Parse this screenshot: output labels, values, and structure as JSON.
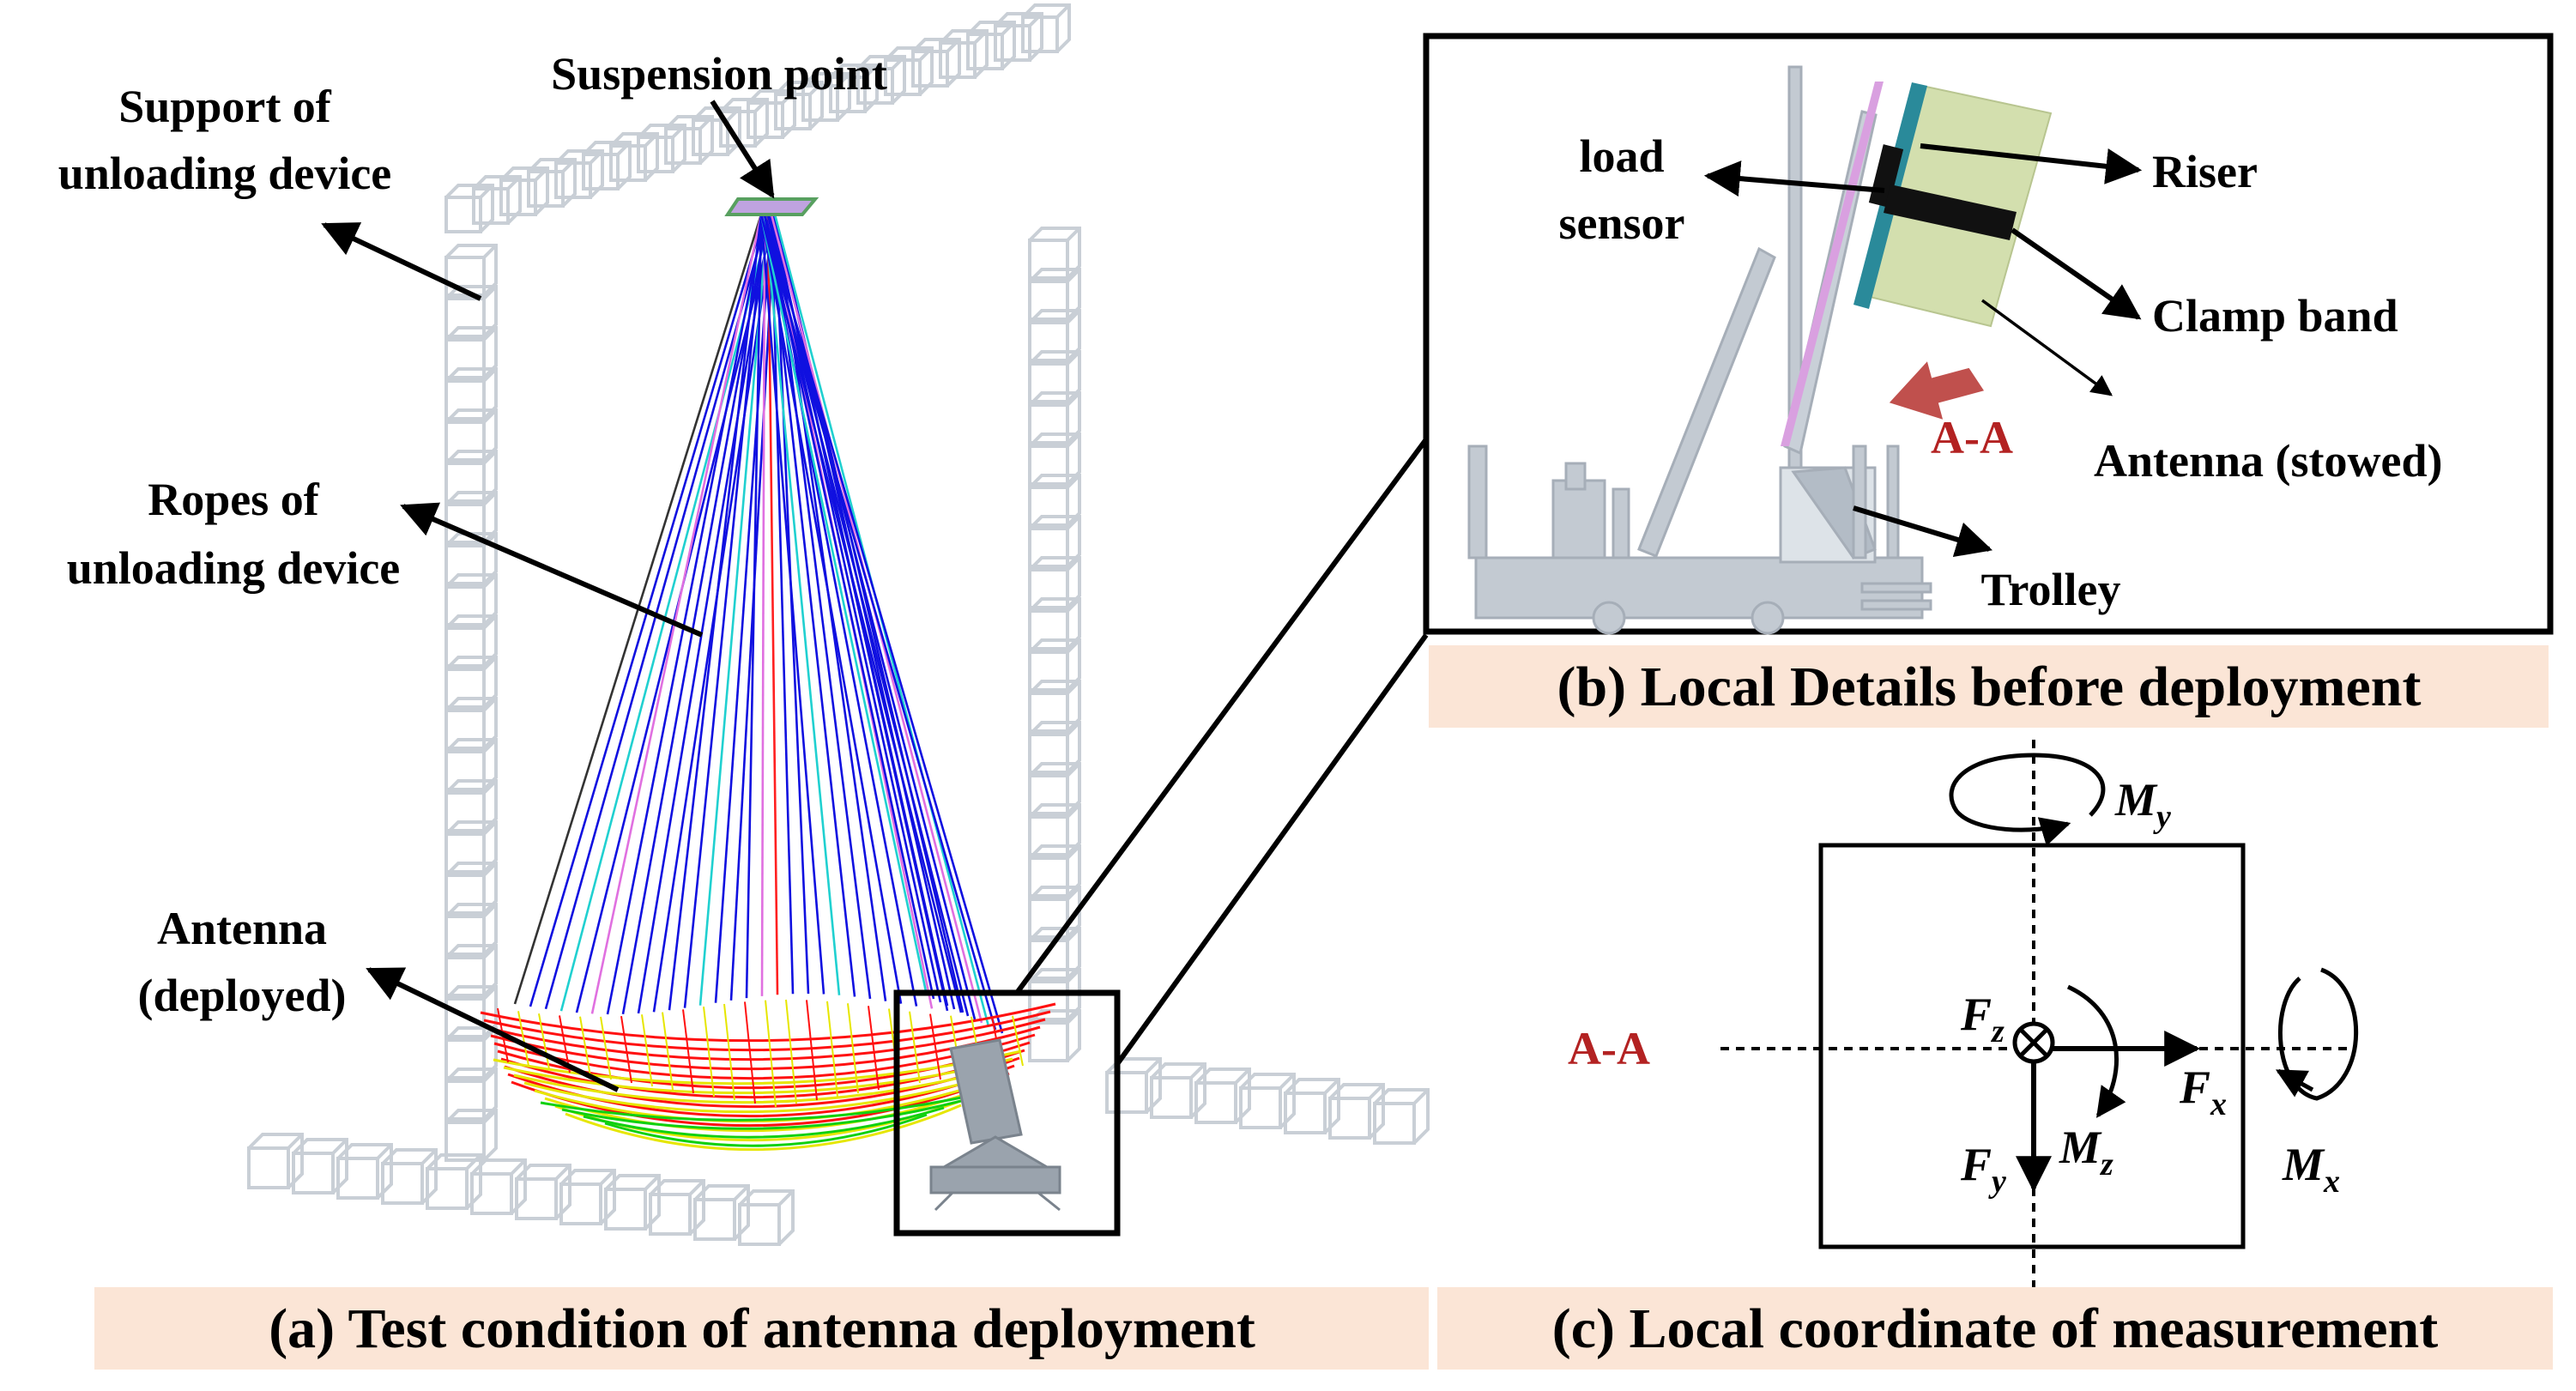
{
  "panel_a": {
    "caption": "(a) Test condition of antenna deployment",
    "labels": {
      "suspension_point": "Suspension point",
      "support_line1": "Support of",
      "support_line2": "unloading device",
      "ropes_line1": "Ropes of",
      "ropes_line2": "unloading device",
      "antenna_line1": "Antenna",
      "antenna_line2": "(deployed)"
    },
    "colors": {
      "frame": "#c9cfd6",
      "rope_blue": "#1010e0",
      "rope_cyan": "#20d0d0",
      "rope_magenta": "#e070e0",
      "rope_red": "#ff2020",
      "mesh_red": "#ff1010",
      "mesh_yellow": "#e6e600",
      "mesh_green": "#10d010"
    }
  },
  "panel_b": {
    "caption": "(b) Local Details before deployment",
    "labels": {
      "load_line1": "load",
      "load_line2": "sensor",
      "riser": "Riser",
      "clamp_band": "Clamp band",
      "section": "A-A",
      "antenna_stowed": "Antenna (stowed)",
      "trolley": "Trolley"
    },
    "colors": {
      "antenna_fill": "#d3dfae",
      "riser": "#2a8a9a",
      "section_arrow": "#c0504d",
      "trolley": "#b9c2cb"
    }
  },
  "panel_c": {
    "caption": "(c) Local coordinate of measurement",
    "section": "A-A",
    "symbols": {
      "My": [
        "M",
        "y"
      ],
      "Mx": [
        "M",
        "x"
      ],
      "Mz": [
        "M",
        "z"
      ],
      "Fz": [
        "F",
        "z"
      ],
      "Fx": [
        "F",
        "x"
      ],
      "Fy": [
        "F",
        "y"
      ]
    }
  },
  "caption_bg": "#fbe5d6"
}
